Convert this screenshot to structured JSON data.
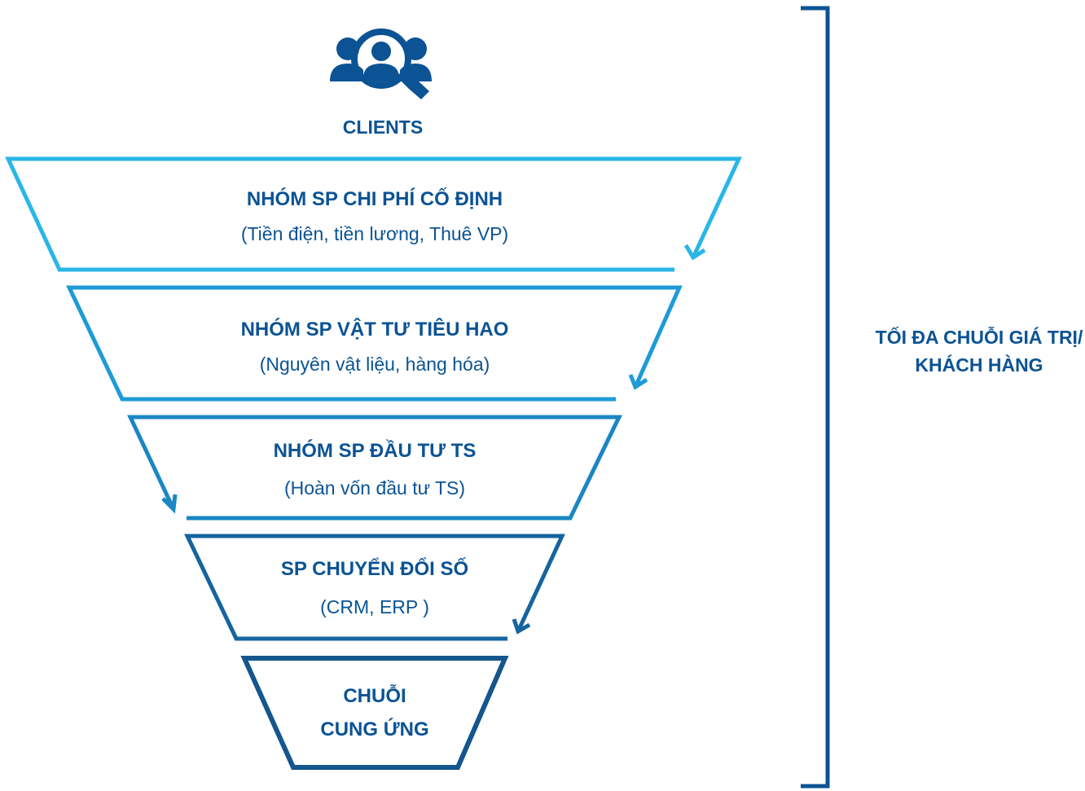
{
  "clients": {
    "label": "CLIENTS",
    "icon": "user-search-icon"
  },
  "levels": [
    {
      "title": "NHÓM SP CHI PHÍ CỐ ĐỊNH",
      "subtitle": "(Tiền điện, tiền lương, Thuê VP)",
      "color": "#29b6e8"
    },
    {
      "title": "NHÓM SP VẬT TƯ TIÊU HAO",
      "subtitle": "(Nguyên vật liệu, hàng hóa)",
      "color": "#1e9ad6"
    },
    {
      "title": "NHÓM SP ĐẦU TƯ TS",
      "subtitle": "(Hoàn vốn đầu tư TS)",
      "color": "#1a86c4"
    },
    {
      "title": "SP CHUYỂN ĐỔI SỐ",
      "subtitle": "(CRM, ERP )",
      "color": "#16649f"
    },
    {
      "title_line1": "CHUỖI",
      "title_line2": "CUNG ỨNG",
      "color": "#14568d"
    }
  ],
  "bracket": {
    "label": "TỐI ĐA CHUỖI GIÁ TRỊ/ KHÁCH HÀNG",
    "color": "#0b5394"
  },
  "colors": {
    "text": "#0b5394",
    "icon": "#0b5394"
  }
}
